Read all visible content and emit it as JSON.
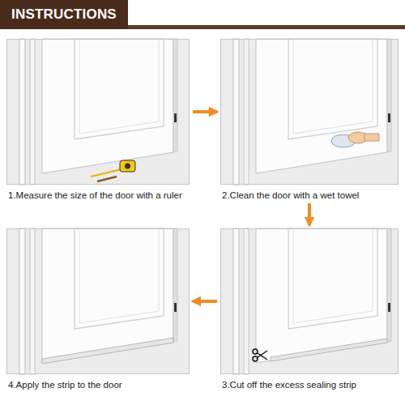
{
  "diagram": {
    "title": "INSTRUCTIONS",
    "nodes": [
      {
        "text": [
          "1.Measure the size of the door with a ruler"
        ]
      },
      {
        "text": [
          "2.Clean the door with a wet towel"
        ]
      },
      {
        "text": [
          "3.Cut off the excess sealing strip"
        ]
      },
      {
        "text": [
          "4.Apply the strip to the door"
        ]
      }
    ],
    "edges": [
      {
        "from": 0,
        "to": 1,
        "arrow": "to"
      },
      {
        "from": 1,
        "to": 2,
        "arrow": "to"
      },
      {
        "from": 2,
        "to": 3,
        "arrow": "to"
      }
    ]
  }
}
